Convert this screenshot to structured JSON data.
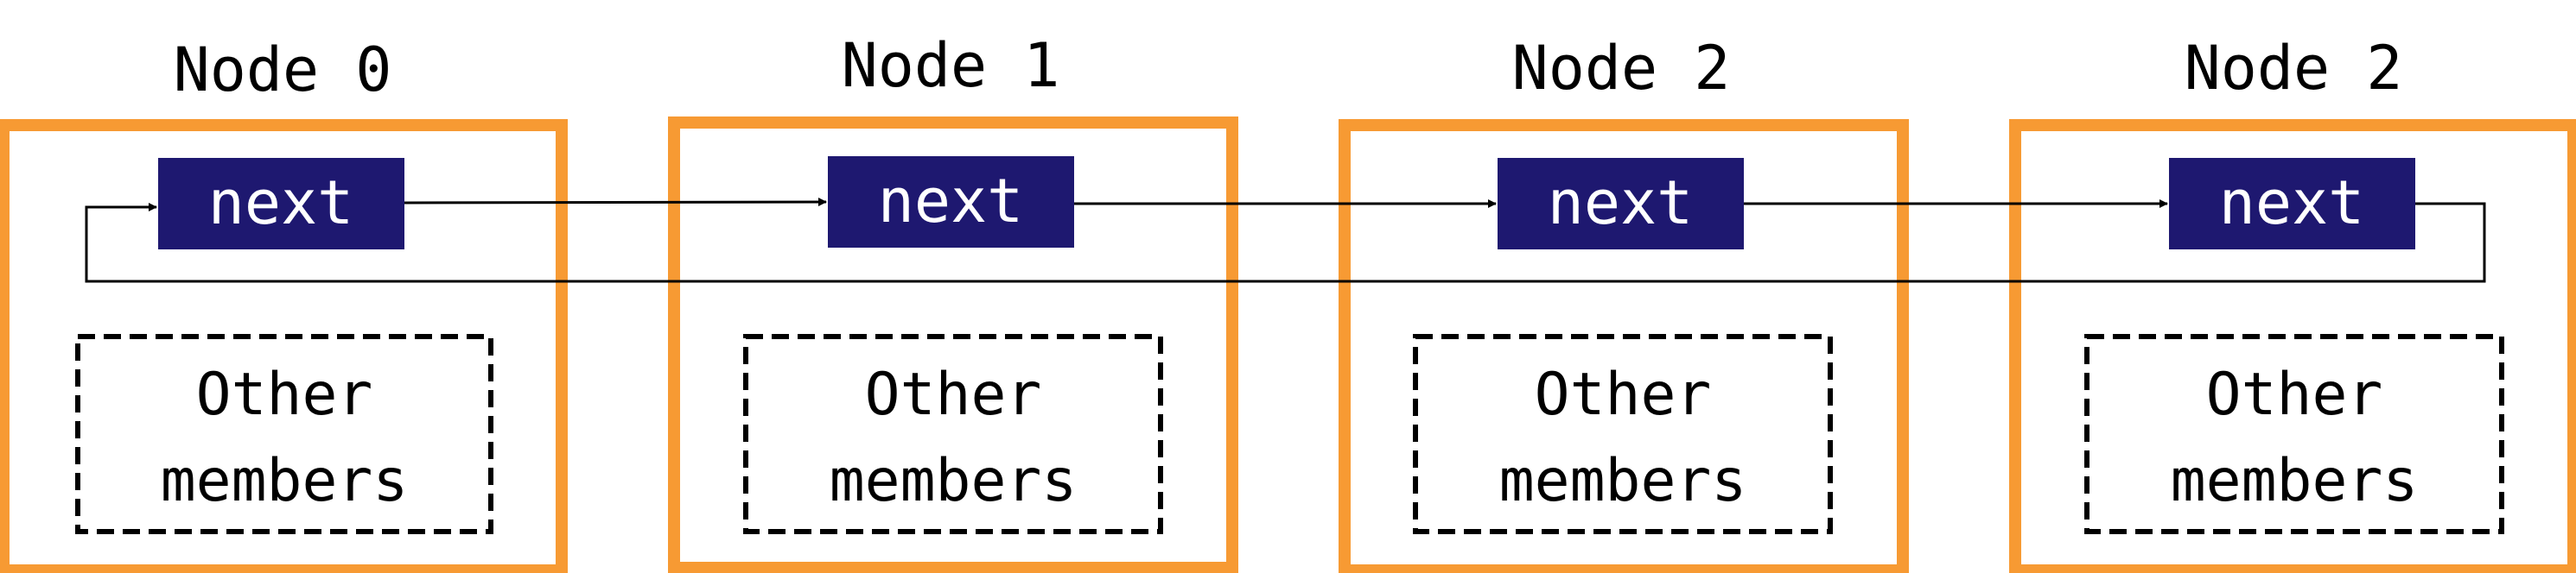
{
  "colors": {
    "node_border": "#F79A33",
    "next_fill": "#1E1870",
    "next_text": "#FFFFFF",
    "arrow": "#000000",
    "dashed_border": "#000000"
  },
  "nodes": [
    {
      "title": "Node 0",
      "next_label": "next",
      "other_line1": "Other",
      "other_line2": "members"
    },
    {
      "title": "Node 1",
      "next_label": "next",
      "other_line1": "Other",
      "other_line2": "members"
    },
    {
      "title": "Node 2",
      "next_label": "next",
      "other_line1": "Other",
      "other_line2": "members"
    },
    {
      "title": "Node 2",
      "next_label": "next",
      "other_line1": "Other",
      "other_line2": "members"
    }
  ],
  "links": [
    {
      "from": 0,
      "to": 1
    },
    {
      "from": 1,
      "to": 2
    },
    {
      "from": 2,
      "to": 3
    },
    {
      "from": 3,
      "to": 0
    }
  ]
}
